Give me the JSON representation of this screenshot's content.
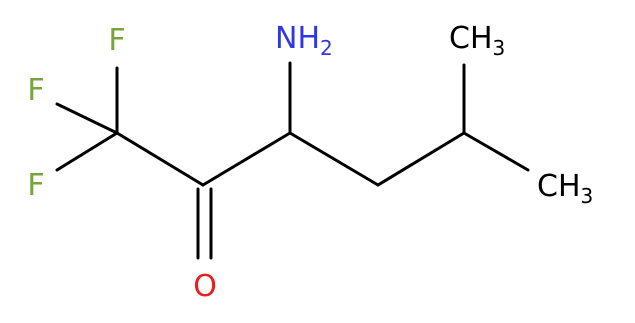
{
  "colors": {
    "bond": "#000000",
    "fluorine": "#76a53a",
    "nitrogen": "#2f36e6",
    "oxygen": "#ee1c1c",
    "carbon_label": "#000000"
  },
  "atoms": {
    "f1": {
      "element": "F",
      "label": "F"
    },
    "f2": {
      "element": "F",
      "label": "F"
    },
    "f3": {
      "element": "F",
      "label": "F"
    },
    "amine": {
      "element": "N",
      "label": "NH",
      "subscript": "2"
    },
    "oxygen": {
      "element": "O",
      "label": "O"
    },
    "methyl_top": {
      "element": "C",
      "label": "CH",
      "subscript": "3"
    },
    "methyl_bottom": {
      "element": "C",
      "label": "CH",
      "subscript": "3"
    }
  }
}
